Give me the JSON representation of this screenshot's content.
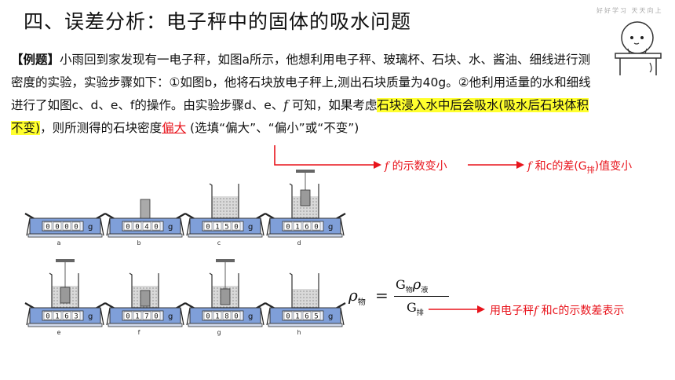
{
  "title": "四、误差分析：电子秤中的固体的吸水问题",
  "watermark": "好好学习 天天向上",
  "problem": {
    "tag": "【例题】",
    "t1": "小雨回到家发现有一电子秤，如图a所示，他想利用电子秤、玻璃杯、石块、水、酱油、细线进行测密度的实验，实验步骤如下：①如图b，他将石块放电子秤上,测出石块质量为40g。②他利用适量的水和细线进行了如图c、d、e、f的操作。由实验步骤d、e、",
    "f1": "f",
    "t2": " 可知，如果考虑",
    "highlight": "石块浸入水中后会吸水(吸水后石块体积不变)",
    "t3": "，则所测得的石块密度",
    "answer": "偏大",
    "t4": " (选填“偏大”、“偏小”或“不变”)"
  },
  "notes": {
    "n1_f": "f",
    "n1": " 的示数变小",
    "n2_f": "f",
    "n2": " 和c的差(G",
    "n2_sub": "排",
    "n2_end": ")值变小",
    "n3_pre": "用电子秤",
    "n3_f": "f",
    "n3": " 和c的示数差表示"
  },
  "formula": {
    "rho": "ρ",
    "rho_sub": "物",
    "equals": "=",
    "num_g": "G",
    "num_g_sub": "物",
    "num_rho": "ρ",
    "num_rho_sub": "液",
    "den_g": "G",
    "den_sub": "排"
  },
  "scales": [
    {
      "label": "a",
      "reading": "0000",
      "unit": "g"
    },
    {
      "label": "b",
      "reading": "0040",
      "unit": "g"
    },
    {
      "label": "c",
      "reading": "0150",
      "unit": "g"
    },
    {
      "label": "d",
      "reading": "0160",
      "unit": "g"
    },
    {
      "label": "e",
      "reading": "0163",
      "unit": "g"
    },
    {
      "label": "f",
      "reading": "0170",
      "unit": "g"
    },
    {
      "label": "g",
      "reading": "0180",
      "unit": "g"
    },
    {
      "label": "h",
      "reading": "0165",
      "unit": "g"
    }
  ],
  "colors": {
    "accent": "#e8141c",
    "highlight": "#ffff2e",
    "scale_blue": "#7f9fd9"
  }
}
